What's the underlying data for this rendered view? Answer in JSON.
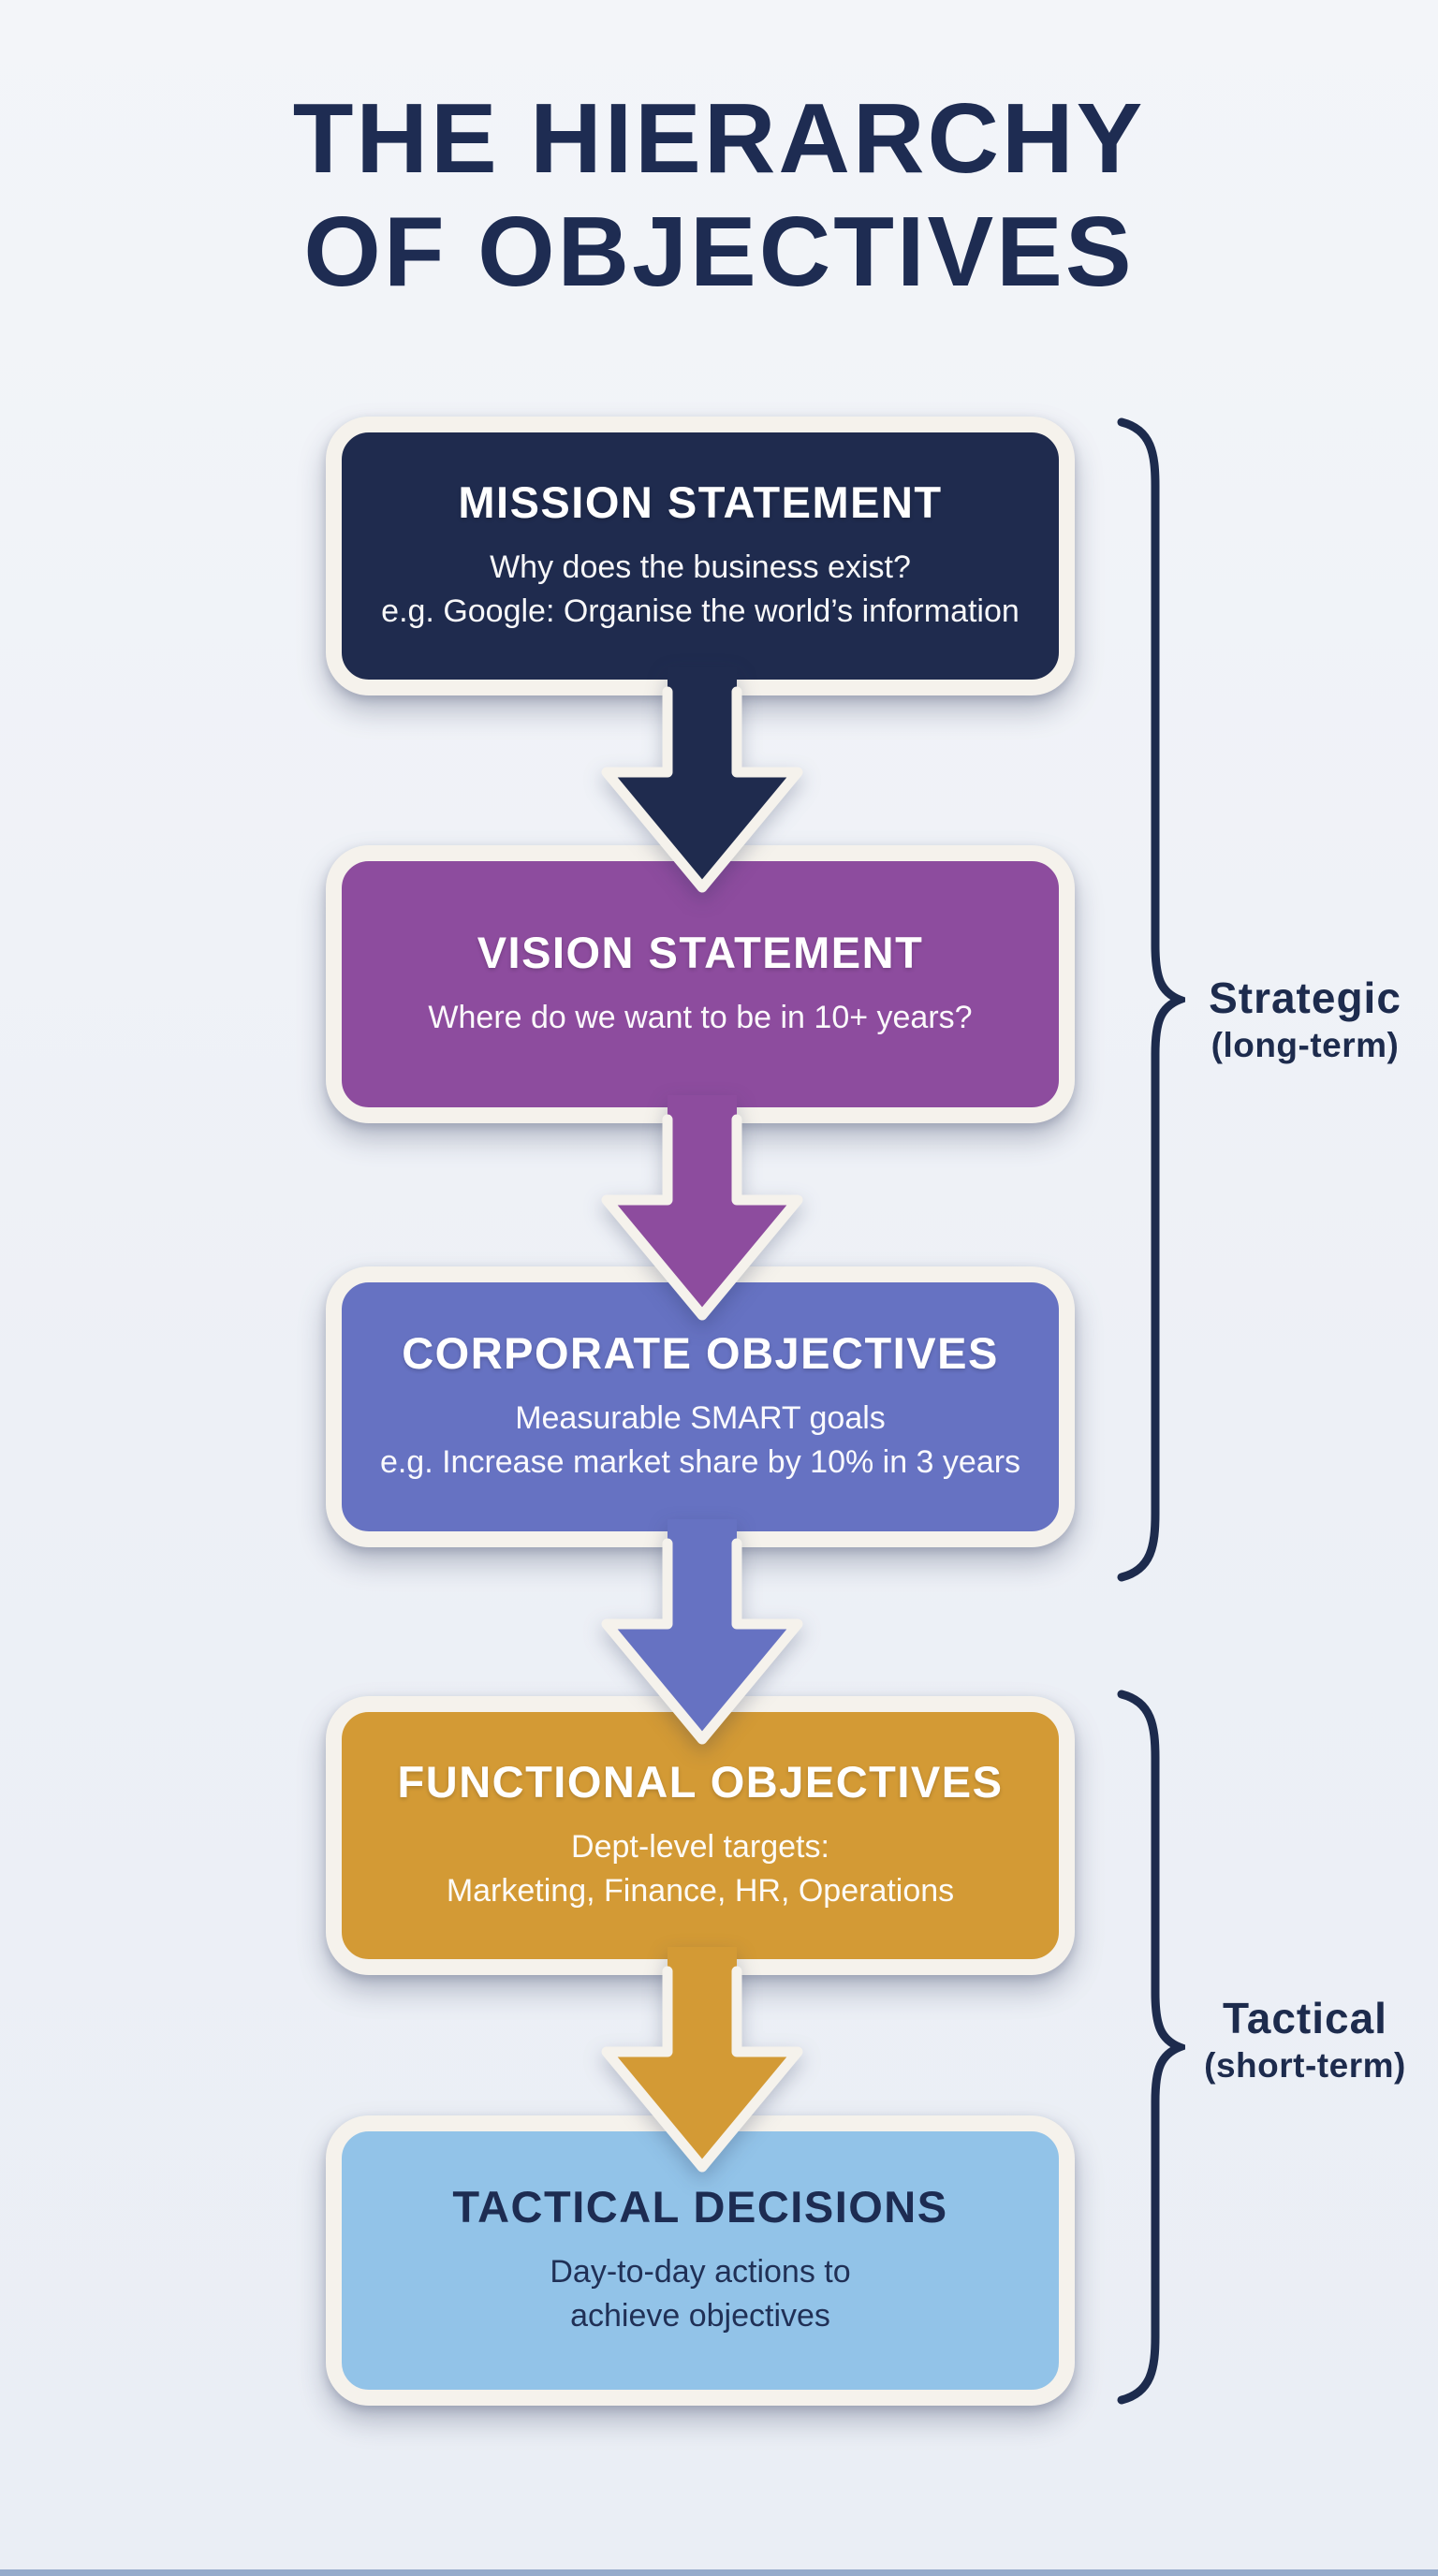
{
  "title": {
    "line1": "THE HIERARCHY",
    "line2": "OF OBJECTIVES"
  },
  "boxes": [
    {
      "heading": "MISSION STATEMENT",
      "line1": "Why does the business exist?",
      "line2": "e.g. Google: Organise the world’s information",
      "bg": "#1f2b4e",
      "text": "#ffffff"
    },
    {
      "heading": "VISION STATEMENT",
      "line1": "Where do we want to be in 10+ years?",
      "line2": "",
      "bg": "#8d4c9e",
      "text": "#ffffff"
    },
    {
      "heading": "CORPORATE OBJECTIVES",
      "line1": "Measurable SMART goals",
      "line2": "e.g. Increase market share by 10% in 3 years",
      "bg": "#6672c2",
      "text": "#ffffff"
    },
    {
      "heading": "FUNCTIONAL OBJECTIVES",
      "line1": "Dept-level targets:",
      "line2": "Marketing, Finance, HR, Operations",
      "bg": "#d39a35",
      "text": "#ffffff"
    },
    {
      "heading": "TACTICAL DECISIONS",
      "line1": "Day-to-day actions to",
      "line2": "achieve objectives",
      "bg": "#92c3e8",
      "text": "#1d2c52"
    }
  ],
  "arrows": [
    {
      "color": "#1f2b4e"
    },
    {
      "color": "#8d4c9e"
    },
    {
      "color": "#6672c2"
    },
    {
      "color": "#d39a35"
    }
  ],
  "brackets": [
    {
      "label": "Strategic",
      "sublabel": "(long-term)"
    },
    {
      "label": "Tactical",
      "sublabel": "(short-term)"
    }
  ],
  "colors": {
    "background": "#eef1f6",
    "title_text": "#1e2c52",
    "bracket": "#1d2b4d",
    "frame_white": "#f5f2ec",
    "footer_bar": "#4f74a8"
  }
}
